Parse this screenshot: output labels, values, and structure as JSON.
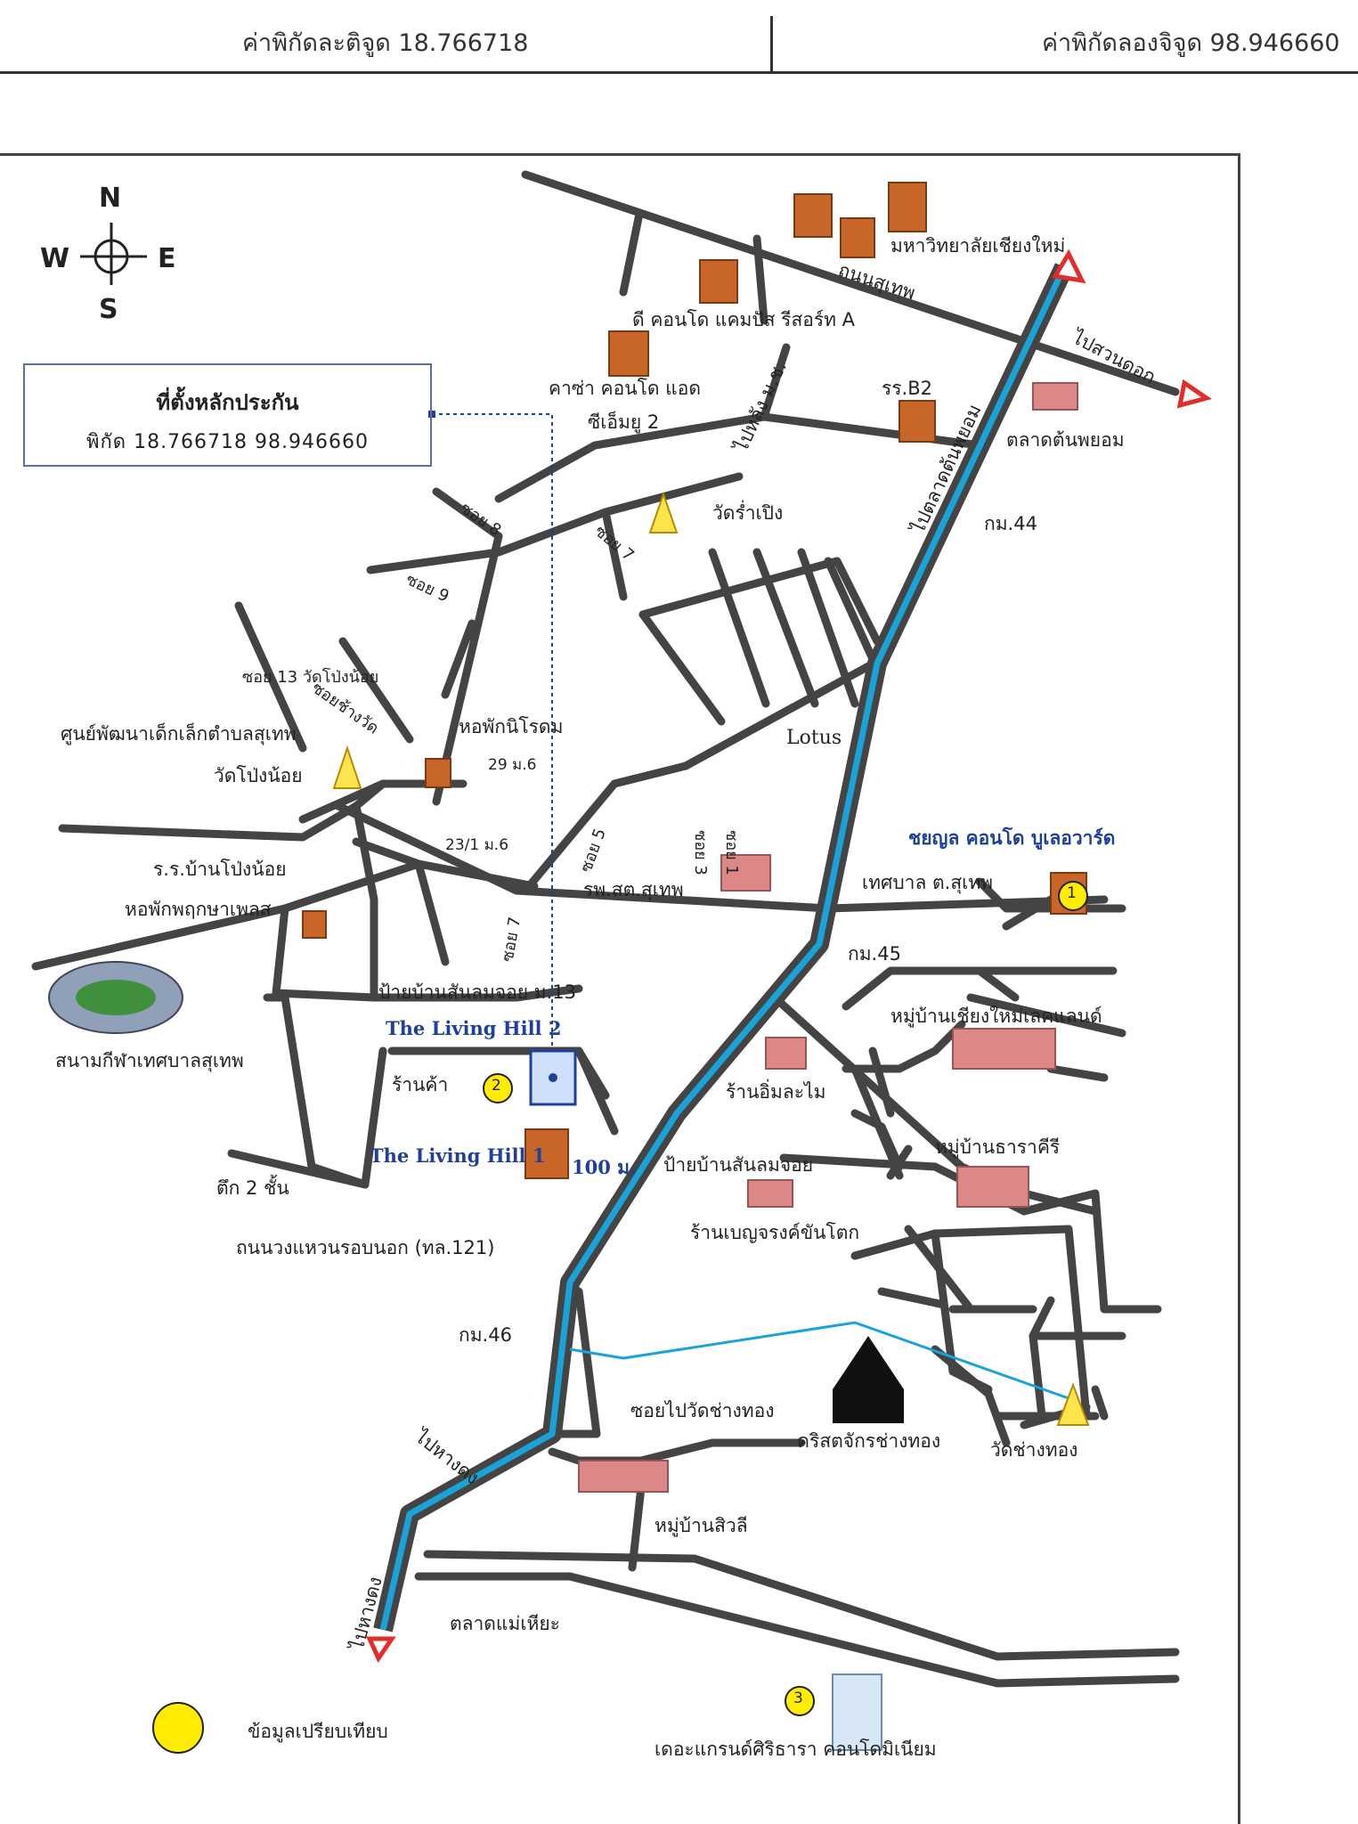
{
  "header": {
    "lat_label": "ค่าพิกัดละติจูด 18.766718",
    "lon_label": "ค่าพิกัดลองจิจูด 98.946660"
  },
  "compass": {
    "n": "N",
    "s": "S",
    "e": "E",
    "w": "W"
  },
  "location_box": {
    "title": "ที่ตั้งหลักประกัน",
    "coords": "พิกัด  18.766718  98.946660"
  },
  "labels": {
    "univ": "มหาวิทยาลัยเชียงใหม่",
    "suthep_rd": "ถนนสุเทพ",
    "d_condo": "ดี คอนโด แคมปัส รีสอร์ท A",
    "casa": "คาซ่า คอนโด แอด",
    "casa2": "ซีเอ็มยู 2",
    "to_mor": "ไปหลัง ม.ช.",
    "rr_b2": "รร.B2",
    "suan_dok": "ไปสวนดอก",
    "ton_payom_mkt": "ตลาดต้นพยอม",
    "to_ton_payom": "ไปตลาดต้นพยอม",
    "wat_ram": "วัดร่ำเปิง",
    "km44": "กม.44",
    "soi8": "ซอย 8",
    "soi7a": "ซอย 7",
    "soi9": "ซอย 9",
    "soi13": "ซอย 13 วัดโป่งน้อย",
    "soi_chang": "ซอยช้างวัด",
    "child_center": "ศูนย์พัฒนาเด็กเล็กตำบลสุเทพ",
    "dorm_nirom": "หอพักนิโรดม",
    "wat_pong": "วัดโป่งน้อย",
    "m29": "29 ม.6",
    "m23": "23/1 ม.6",
    "lotus": "Lotus",
    "rr_pong": "ร.ร.บ้านโป่งน้อย",
    "dorm_pruksa": "หอพักพฤกษาเพลส",
    "soi5": "ซอย 5",
    "soi3": "ซอย 3",
    "soi1": "ซอย 1",
    "chayayon": "ชยญล คอนโด บูเลอวาร์ด",
    "rph": "รพ.สต.สุเทพ",
    "tessaban": "เทศบาล ต.สุเทพ",
    "soi7b": "ซอย 7",
    "km45": "กม.45",
    "stadium": "สนามกีฬาเทศบาลสุเทพ",
    "sign13": "ป้ายบ้านสันลมจอย ม.13",
    "hill2": "The Living Hill 2",
    "shop": "ร้านค้า",
    "village_cm": "หมู่บ้านเชียงใหม่เลคแลนด์",
    "ran_im": "ร้านอิ่มละไม",
    "hill1": "The Living Hill 1",
    "m100": "100 ม.",
    "sign_san": "ป้ายบ้านสันลมจอย",
    "dara": "หมู่บ้านธาราคีรี",
    "building2": "ตึก 2 ชั้น",
    "benja": "ร้านเบญจรงค์ขันโตก",
    "ring_rd": "ถนนวงแหวนรอบนอก (ทล.121)",
    "km46": "กม.46",
    "soi_wat": "ซอยไปวัดช่างทอง",
    "church": "คริสตจักรช่างทอง",
    "wat_chang": "วัดช่างทอง",
    "to_hang_dong1": "ไปหางดง",
    "siwalee": "หมู่บ้านสิวลี",
    "to_hang_dong2": "ไปหางดง",
    "mae_hia": "ตลาดแม่เหียะ",
    "legend": "ข้อมูลเปรียบเทียบ",
    "grand": "เดอะแกรนด์ศิริธารา คอนโดมิเนียม"
  },
  "markers": {
    "m1": "1",
    "m2": "2",
    "m3": "3"
  },
  "colors": {
    "road": "#444444",
    "highway": "#1aa3d9",
    "arrow": "#e32c2c",
    "marker": "#ffec00",
    "building": "#c8662a",
    "link": "#1f3f9a"
  }
}
